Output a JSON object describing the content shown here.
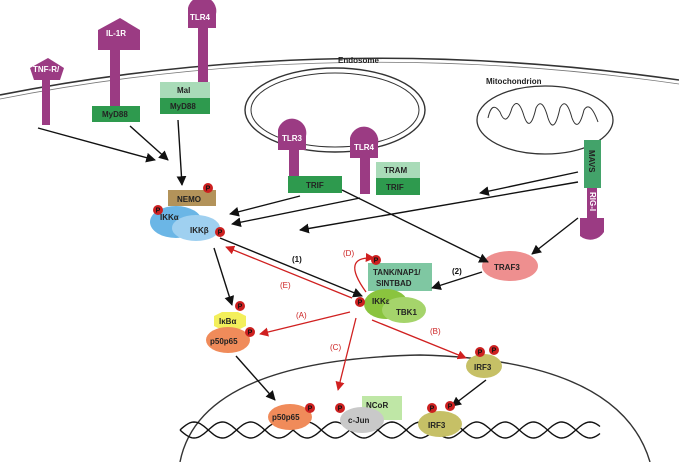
{
  "labels": {
    "tnfr": "TNF-R/",
    "il1r": "IL-1R",
    "tlr4_surface": "TLR4",
    "myd88_a": "MyD88",
    "mal": "Mal",
    "myd88_b": "MyD88",
    "endosome": "Endosome",
    "mitochondrion": "Mitochondrion",
    "tlr3": "TLR3",
    "tlr4_endo": "TLR4",
    "trif_a": "TRIF",
    "tram": "TRAM",
    "trif_b": "TRIF",
    "mavs": "MAVS",
    "rigi": "RIG-I",
    "nemo": "NEMO",
    "ikka": "IKKα",
    "ikkb": "IKKβ",
    "traf3": "TRAF3",
    "tank": "TANK/NAP1/",
    "sintbad": "SINTBAD",
    "ikke": "IKKε",
    "tbk1": "TBK1",
    "ikba": "IκBα",
    "p50p65": "p50p65",
    "irf3": "IRF3",
    "p50p65_nuc": "p50p65",
    "ncor": "NCoR",
    "cjun": "c-Jun",
    "irf3_nuc": "IRF3",
    "phospho": "P"
  },
  "arrow_labels": {
    "one": "(1)",
    "two": "(2)",
    "a": "(A)",
    "b": "(B)",
    "c": "(C)",
    "d": "(D)",
    "e": "(E)"
  },
  "colors": {
    "receptor": "#9b3b83",
    "adaptor_dark": "#2e9a4e",
    "adaptor_light": "#a9dbb8",
    "mavs": "#43a36a",
    "nemo": "#b3935a",
    "ikk": "#6bb6e6",
    "ikk_light": "#9fd0f0",
    "traf3": "#ee8f8f",
    "tank": "#7fc7a2",
    "ikke": "#8ac43e",
    "ikba": "#f3ef5b",
    "p50p65": "#f08b5a",
    "irf3": "#c6c066",
    "ncor": "#bfe7a6",
    "cjun": "#c9c9c9",
    "phospho": "#cc2020",
    "red_arrow": "#d02020"
  }
}
